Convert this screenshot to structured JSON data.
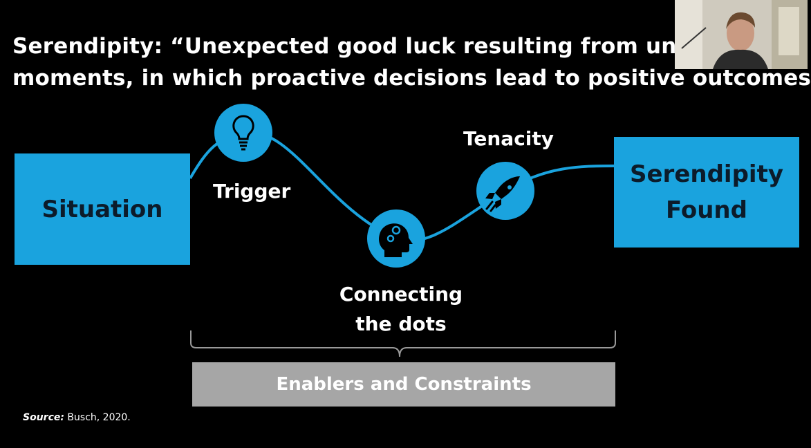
{
  "slide": {
    "title_line1": "Serendipity: “Unexpected good luck resulting from unpla",
    "title_line2": "moments, in which proactive decisions lead to positive outcomes“"
  },
  "diagram": {
    "start_box": "Situation",
    "end_box_line1": "Serendipity",
    "end_box_line2": "Found",
    "steps": [
      {
        "label": "Trigger",
        "icon": "lightbulb-icon"
      },
      {
        "label_line1": "Connecting",
        "label_line2": "the dots",
        "icon": "head-gears-icon"
      },
      {
        "label": "Tenacity",
        "icon": "rocket-icon"
      }
    ],
    "enablers": "Enablers and Constraints"
  },
  "source": {
    "prefix": "Source:",
    "text": " Busch, 2020."
  },
  "colors": {
    "accent": "#1aa3de",
    "enablers_bg": "#a6a6a6",
    "background": "#000000"
  }
}
